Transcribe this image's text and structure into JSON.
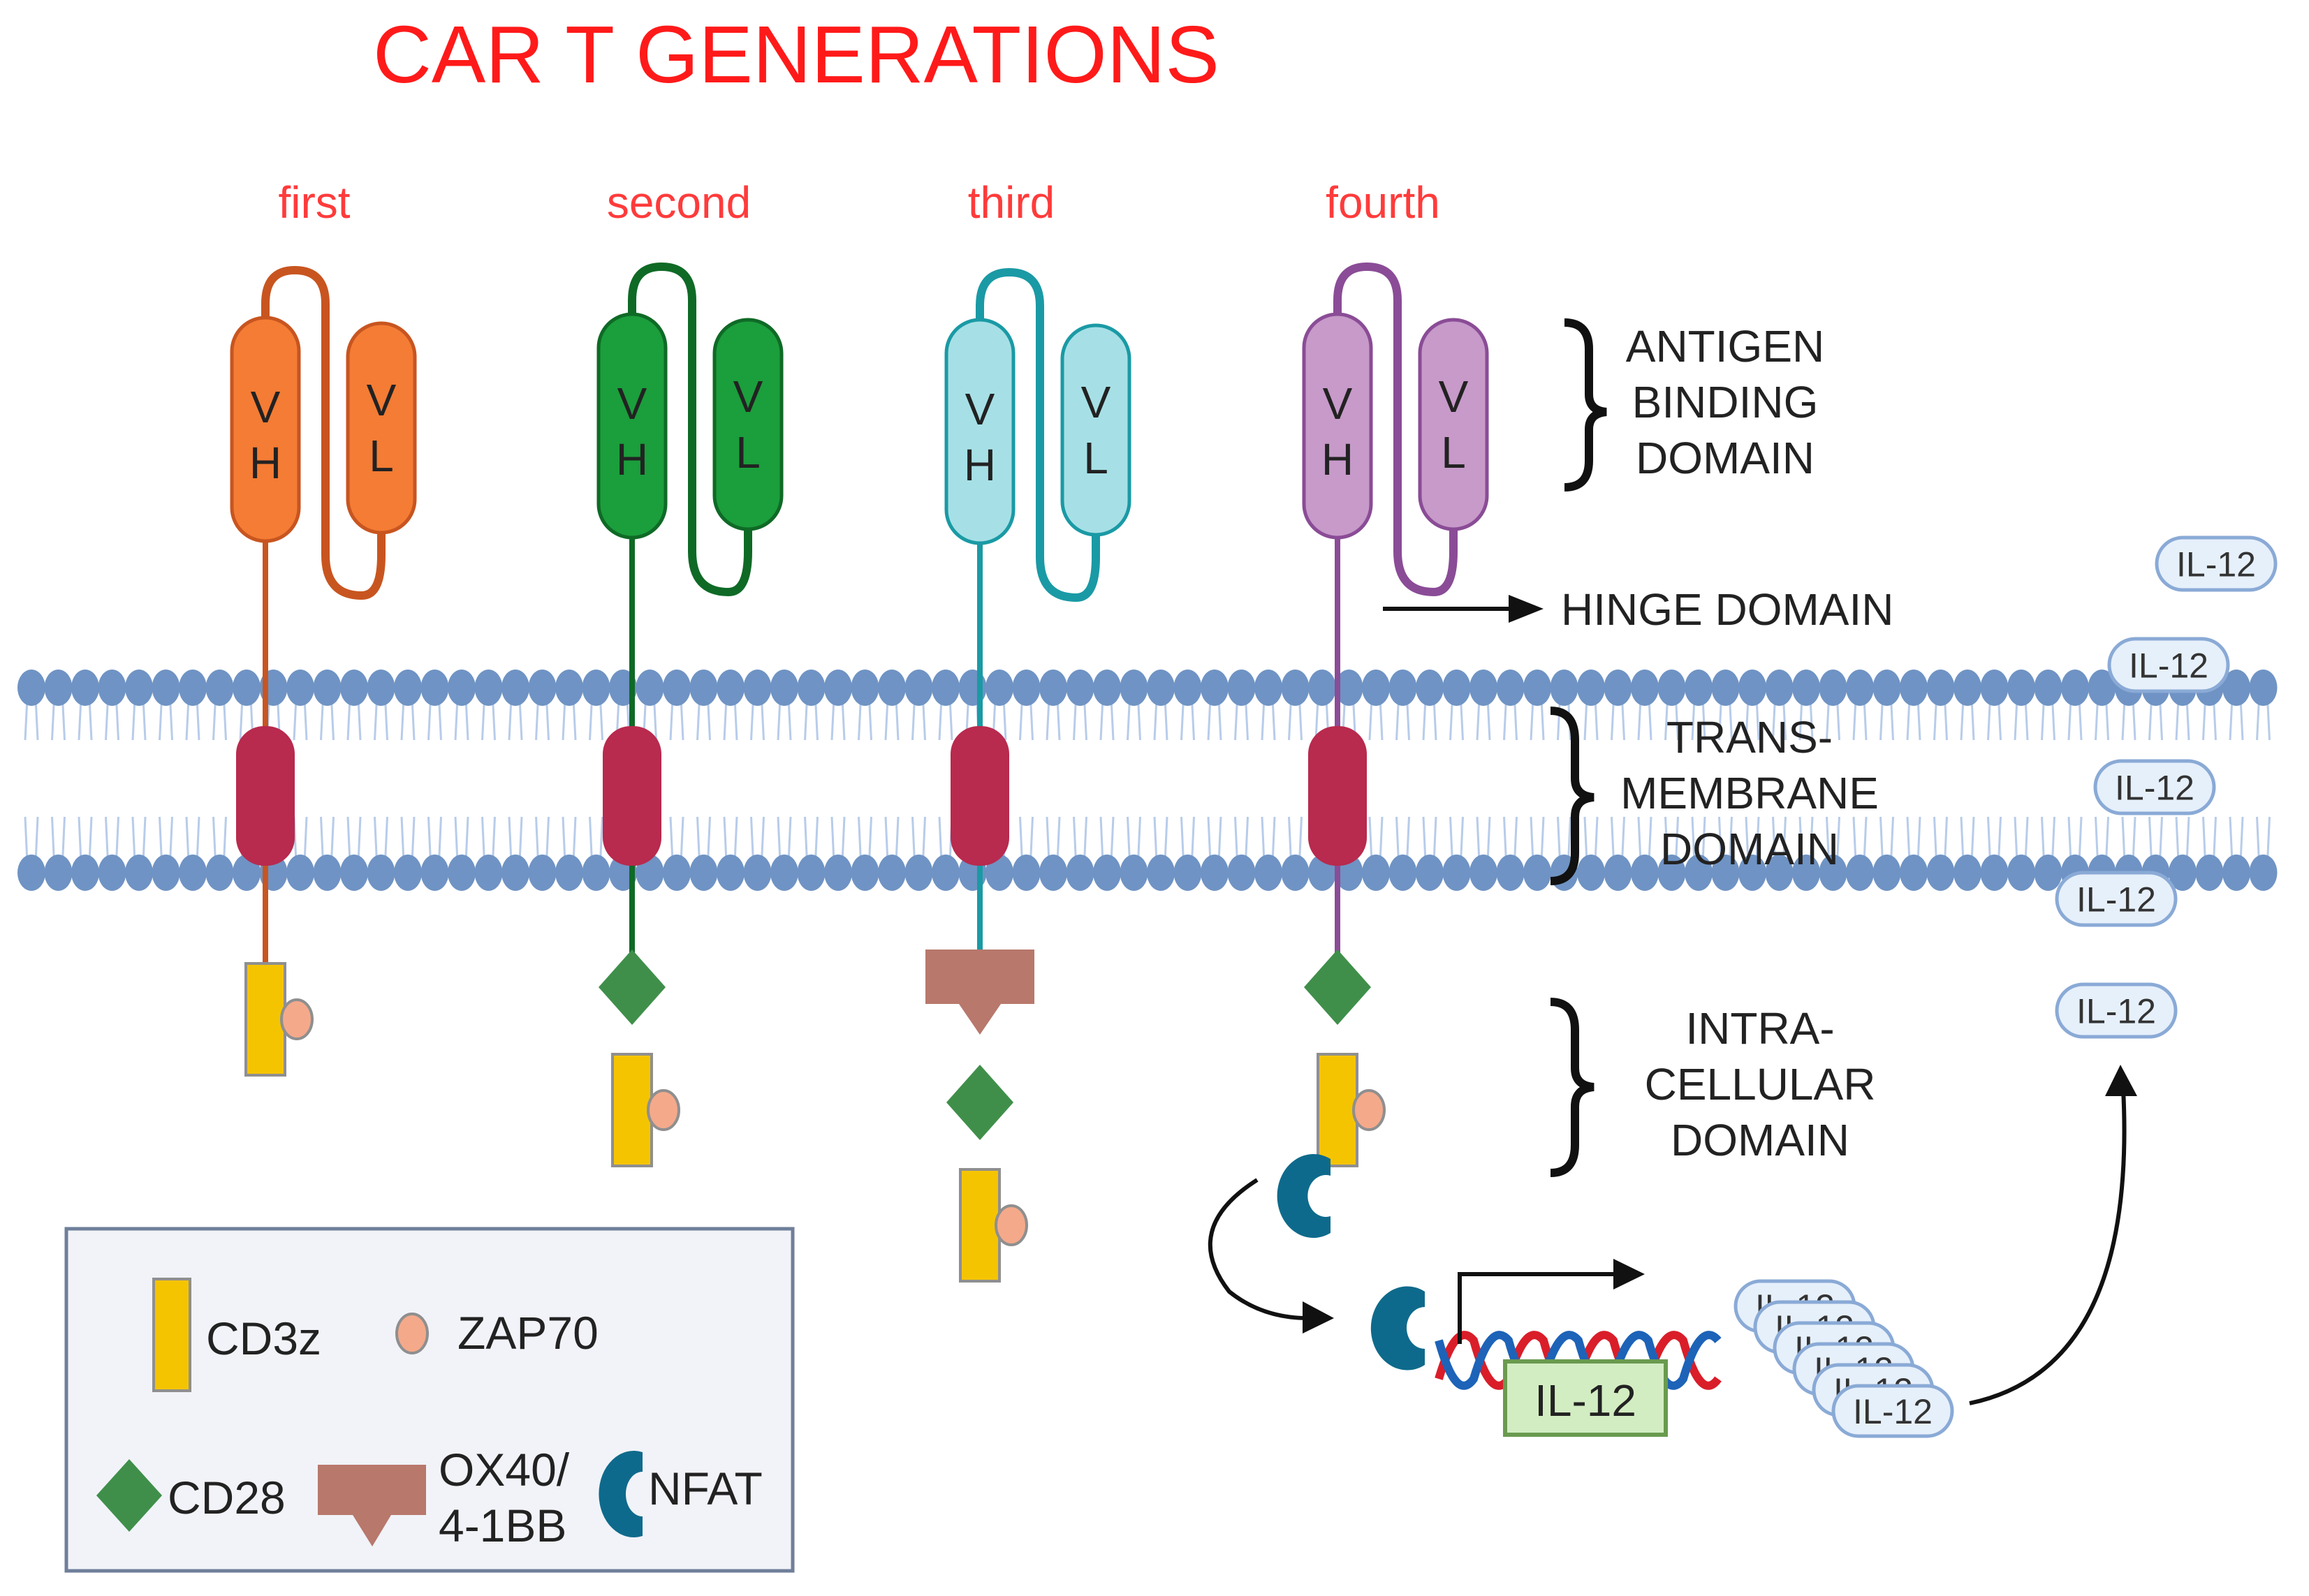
{
  "title": "CAR T GENERATIONS",
  "generations": [
    {
      "label": "first",
      "color": "#f47c34",
      "stroke": "#c85520",
      "stem": "#c85520",
      "intracellular": [
        "CD3z"
      ]
    },
    {
      "label": "second",
      "color": "#1b9e3c",
      "stroke": "#0f6a26",
      "stem": "#0f6a26",
      "intracellular": [
        "CD28",
        "CD3z"
      ]
    },
    {
      "label": "third",
      "color": "#a6e0e6",
      "stroke": "#1a9aa5",
      "stem": "#1a9aa5",
      "intracellular": [
        "OX40/4-1BB",
        "CD28",
        "CD3z"
      ]
    },
    {
      "label": "fourth",
      "color": "#c79ac9",
      "stroke": "#8a4c96",
      "stem": "#8a4c96",
      "intracellular": [
        "CD28",
        "CD3z",
        "NFAT"
      ]
    }
  ],
  "chain_labels": {
    "vh": [
      "V",
      "H"
    ],
    "vl": [
      "V",
      "L"
    ]
  },
  "domains": {
    "antigen": [
      "ANTIGEN",
      "BINDING",
      "DOMAIN"
    ],
    "hinge": "HINGE DOMAIN",
    "transmembrane": [
      "TRANS-",
      "MEMBRANE",
      "DOMAIN"
    ],
    "intracellular": [
      "INTRA-",
      "CELLULAR",
      "DOMAIN"
    ]
  },
  "cytokine": "IL-12",
  "gene_label": "IL-12",
  "legend": {
    "cd3z": "CD3z",
    "zap70": "ZAP70",
    "cd28": "CD28",
    "ox40": [
      "OX40/",
      "4-1BB"
    ],
    "nfat": "NFAT"
  },
  "colors": {
    "title": "#ff1a1a",
    "membrane_head": "#6f93c4",
    "membrane_tail": "#b8ccea",
    "transmembrane": "#b82a4e",
    "cd3z": "#f5c400",
    "zap70": "#f4a98a",
    "cd28": "#3f8f4a",
    "ox40": "#b8786c",
    "nfat": "#0e6a8c",
    "legend_bg": "#f1f3f8",
    "il12_fill": "#e6f0fb",
    "il12_stroke": "#8aaad6",
    "gene_fill": "#d3edc2",
    "dna_red": "#d91e2a",
    "dna_blue": "#1d63b8"
  }
}
